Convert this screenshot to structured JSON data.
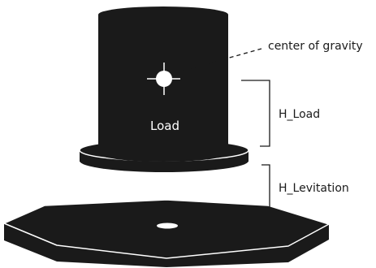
{
  "diagram": {
    "labels": {
      "center_of_gravity": "center of gravity",
      "load": "Load",
      "h_load": "H_Load",
      "h_levitation": "H_Levitation"
    },
    "colors": {
      "body": "#1a1a1a",
      "edge": "#ffffff",
      "background": "#ffffff"
    }
  }
}
